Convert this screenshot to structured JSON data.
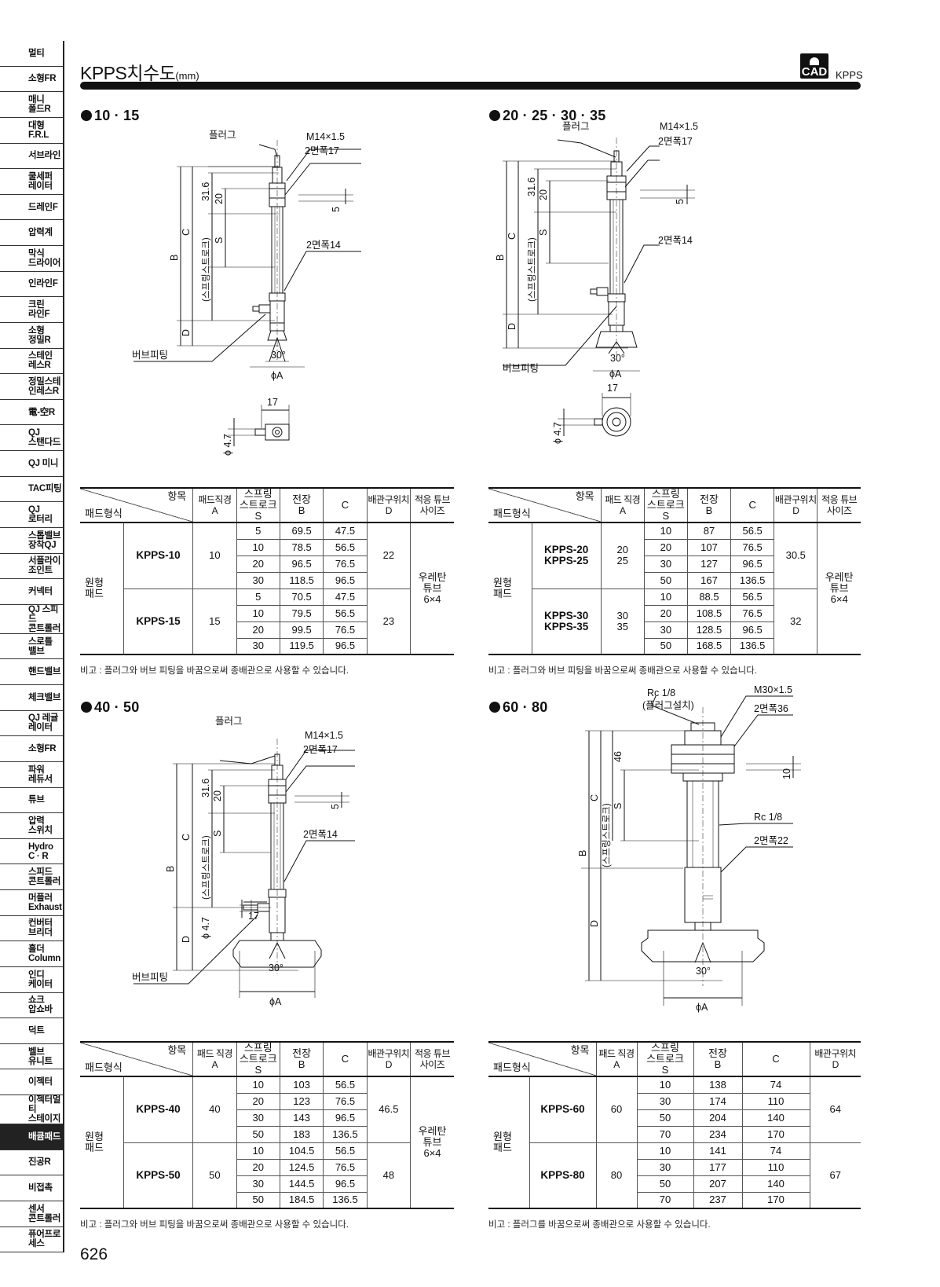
{
  "sidebar": [
    "멀티",
    "소형FR",
    "매니\n폴드R",
    "대형\nF.R.L",
    "서브라인",
    "쿨세퍼\n레이터",
    "드레인F",
    "압력계",
    "막식\n드라이어",
    "인라인F",
    "크린\n라인F",
    "소형\n정밀R",
    "스테인\n레스R",
    "정밀스테\n인레스R",
    "電-空R",
    "QJ\n스탠다드",
    "QJ 미니",
    "TAC피팅",
    "QJ\n로터리",
    "스톱밸브\n장착QJ",
    "서플라이\n조인트",
    "커넥터",
    "QJ 스피드\n콘트롤러",
    "스로틀\n밸브",
    "핸드밸브",
    "체크밸브",
    "QJ 레귤\n레이터",
    "소형FR",
    "파워\n레듀서",
    "튜브",
    "압력\n스위치",
    "Hydro\nC · R",
    "스피드\n콘트롤러",
    "머플러\nExhaust",
    "컨버터\n브리더",
    "홀더\nColumn",
    "인디\n케이터",
    "쇼크\n압쇼바",
    "덕트",
    "벨브\n유니트",
    "이젝터",
    "이젝터멀티\n스테이지",
    "배큠패드",
    "진공R",
    "비접촉",
    "센서\n콘트롤러",
    "퓨어프로\n세스"
  ],
  "sidebar_active": "배큠패드",
  "header": {
    "title": "KPPS치수도",
    "unit": "(mm)",
    "cad": "CAD",
    "model": "KPPS"
  },
  "page_number": "626",
  "labels": {
    "plug": "플러그",
    "m14": "M14×1.5",
    "w17": "2면폭17",
    "w14": "2면폭14",
    "barb": "버브피팅",
    "d316": "31.6",
    "d20": "20",
    "d5": "5",
    "dS": "S",
    "dB": "B",
    "dC": "C",
    "dD": "D",
    "spring": "(스프링스트로크)",
    "angle": "30°",
    "phiA": "ϕA",
    "d17": "17",
    "phi47": "ϕ 4.7",
    "rc18p": "Rc 1/8",
    "plugset": "(플러그설치)",
    "m30": "M30×1.5",
    "w36": "2면폭36",
    "d46": "46",
    "d10": "10",
    "rc18": "Rc 1/8",
    "w22": "2면폭22"
  },
  "sections": {
    "s1": {
      "title": "10 · 15",
      "note": "비고 : 플러그와 버브 피팅을 바꿈으로써 종배관으로 사용할 수 있습니다.",
      "head": {
        "item": "항목",
        "type": "패드형식",
        "a": "패드직경\nA",
        "s": "스프링\n스트로크\nS",
        "b": "전장\nB",
        "c": "C",
        "d": "배관구위치\nD",
        "t": "적응 튜브\n사이즈"
      },
      "category": "원형\n패드",
      "tube": "우레탄\n튜브\n6×4",
      "groups": [
        {
          "model": "KPPS-10",
          "a": "10",
          "d": "22",
          "rows": [
            [
              "5",
              "69.5",
              "47.5"
            ],
            [
              "10",
              "78.5",
              "56.5"
            ],
            [
              "20",
              "96.5",
              "76.5"
            ],
            [
              "30",
              "118.5",
              "96.5"
            ]
          ]
        },
        {
          "model": "KPPS-15",
          "a": "15",
          "d": "23",
          "rows": [
            [
              "5",
              "70.5",
              "47.5"
            ],
            [
              "10",
              "79.5",
              "56.5"
            ],
            [
              "20",
              "99.5",
              "76.5"
            ],
            [
              "30",
              "119.5",
              "96.5"
            ]
          ]
        }
      ]
    },
    "s2": {
      "title": "20 · 25 · 30 · 35",
      "note": "비고 : 플러그와 버브 피팅을 바꿈으로써 종배관으로 사용할 수 있습니다.",
      "head": {
        "item": "항목",
        "type": "패드형식",
        "a": "패드 직경\nA",
        "s": "스프링\n스트로크\nS",
        "b": "전장\nB",
        "c": "C",
        "d": "배관구위치\nD",
        "t": "적응 튜브\n사이즈"
      },
      "category": "원형\n패드",
      "tube": "우레탄\n튜브\n6×4",
      "groups": [
        {
          "model": "KPPS-20\nKPPS-25",
          "a": "20\n25",
          "d": "30.5",
          "rows": [
            [
              "10",
              "87",
              "56.5"
            ],
            [
              "20",
              "107",
              "76.5"
            ],
            [
              "30",
              "127",
              "96.5"
            ],
            [
              "50",
              "167",
              "136.5"
            ]
          ]
        },
        {
          "model": "KPPS-30\nKPPS-35",
          "a": "30\n35",
          "d": "32",
          "rows": [
            [
              "10",
              "88.5",
              "56.5"
            ],
            [
              "20",
              "108.5",
              "76.5"
            ],
            [
              "30",
              "128.5",
              "96.5"
            ],
            [
              "50",
              "168.5",
              "136.5"
            ]
          ]
        }
      ]
    },
    "s3": {
      "title": "40 · 50",
      "note": "비고 : 플러그와 버브 피팅을 바꿈으로써 종배관으로 사용할 수 있습니다.",
      "head": {
        "item": "항목",
        "type": "패드형식",
        "a": "패드 직경\nA",
        "s": "스프링\n스트로크\nS",
        "b": "전장\nB",
        "c": "C",
        "d": "배관구위치\nD",
        "t": "적응 튜브\n사이즈"
      },
      "category": "원형\n패드",
      "tube": "우레탄\n튜브\n6×4",
      "groups": [
        {
          "model": "KPPS-40",
          "a": "40",
          "d": "46.5",
          "rows": [
            [
              "10",
              "103",
              "56.5"
            ],
            [
              "20",
              "123",
              "76.5"
            ],
            [
              "30",
              "143",
              "96.5"
            ],
            [
              "50",
              "183",
              "136.5"
            ]
          ]
        },
        {
          "model": "KPPS-50",
          "a": "50",
          "d": "48",
          "rows": [
            [
              "10",
              "104.5",
              "56.5"
            ],
            [
              "20",
              "124.5",
              "76.5"
            ],
            [
              "30",
              "144.5",
              "96.5"
            ],
            [
              "50",
              "184.5",
              "136.5"
            ]
          ]
        }
      ]
    },
    "s4": {
      "title": "60 · 80",
      "note": "비고 : 플러그를 바꿈으로써 종배관으로 사용할 수 있습니다.",
      "head": {
        "item": "항목",
        "type": "패드형식",
        "a": "패드 직경\nA",
        "s": "스프링\n스트로크\nS",
        "b": "전장\nB",
        "c": "C",
        "d": "배관구위치\nD"
      },
      "category": "원형\n패드",
      "groups": [
        {
          "model": "KPPS-60",
          "a": "60",
          "d": "64",
          "rows": [
            [
              "10",
              "138",
              "74"
            ],
            [
              "30",
              "174",
              "110"
            ],
            [
              "50",
              "204",
              "140"
            ],
            [
              "70",
              "234",
              "170"
            ]
          ]
        },
        {
          "model": "KPPS-80",
          "a": "80",
          "d": "67",
          "rows": [
            [
              "10",
              "141",
              "74"
            ],
            [
              "30",
              "177",
              "110"
            ],
            [
              "50",
              "207",
              "140"
            ],
            [
              "70",
              "237",
              "170"
            ]
          ]
        }
      ]
    }
  }
}
